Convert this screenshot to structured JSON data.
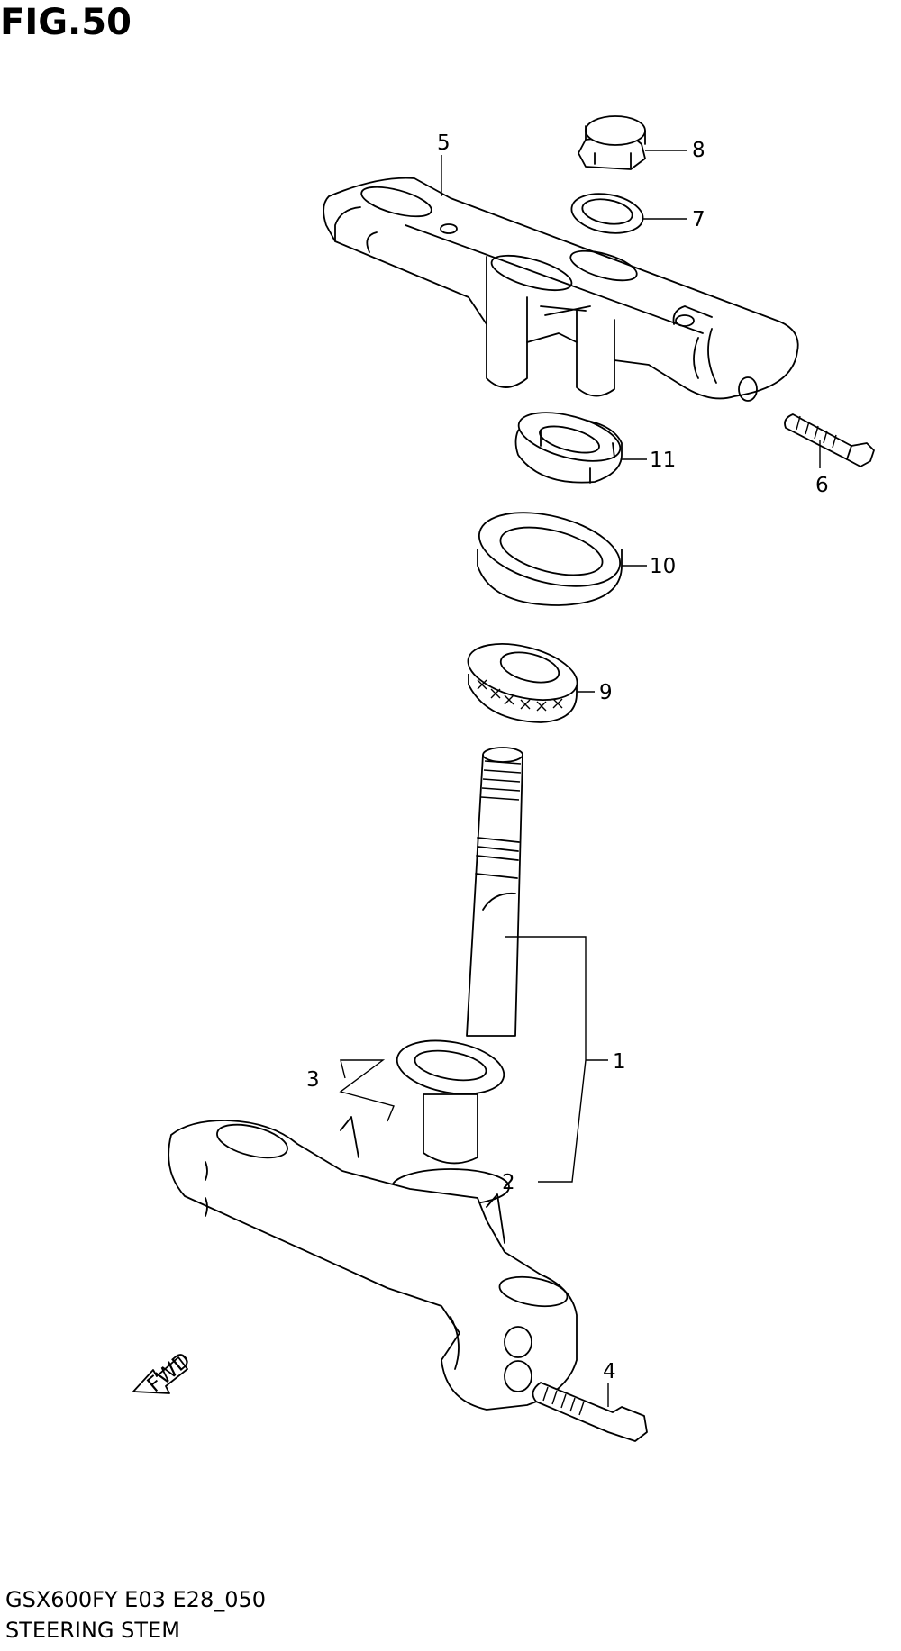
{
  "figure": {
    "title": "FIG.50"
  },
  "footer": {
    "model": "GSX600FY E03 E28_050",
    "caption": "STEERING STEM"
  },
  "fwd_label": "FWD",
  "callouts": [
    {
      "id": "1",
      "label": "1"
    },
    {
      "id": "2",
      "label": "2"
    },
    {
      "id": "3",
      "label": "3"
    },
    {
      "id": "4",
      "label": "4"
    },
    {
      "id": "5",
      "label": "5"
    },
    {
      "id": "6",
      "label": "6"
    },
    {
      "id": "7",
      "label": "7"
    },
    {
      "id": "8",
      "label": "8"
    },
    {
      "id": "9",
      "label": "9"
    },
    {
      "id": "10",
      "label": "10"
    },
    {
      "id": "11",
      "label": "11"
    }
  ]
}
